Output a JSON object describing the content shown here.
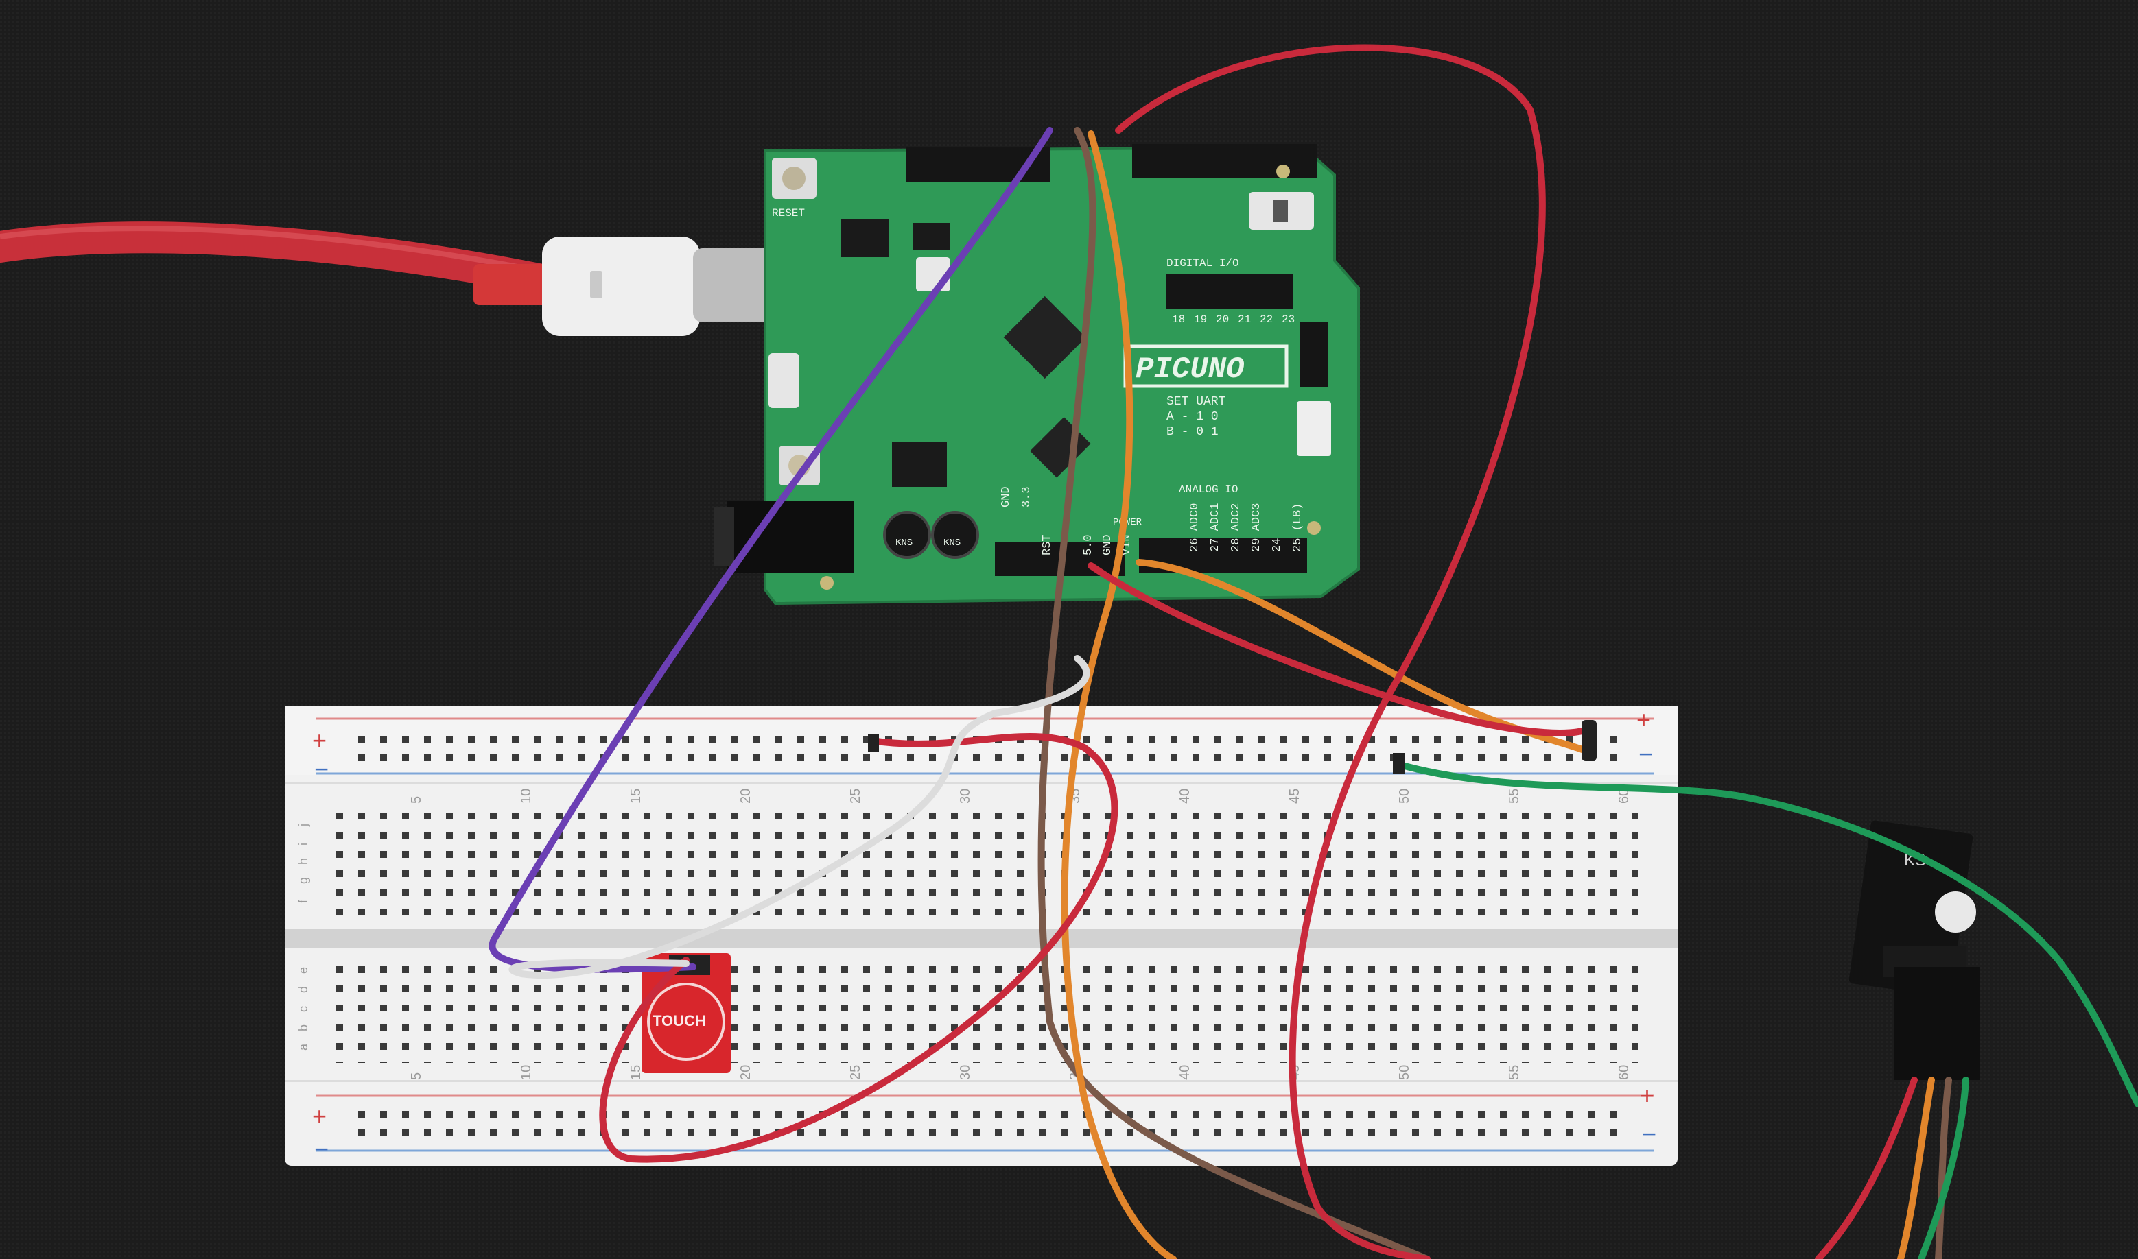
{
  "board": {
    "brand": "PICUNO",
    "reset_label": "RESET",
    "digital_io_label": "DIGITAL I/O",
    "digital_pins": [
      "18",
      "19",
      "20",
      "21",
      "22",
      "23"
    ],
    "set_uart_label": "SET UART",
    "set_uart_a": "A - 1 0",
    "set_uart_b": "B - 0 1",
    "analog_io_label": "ANALOG IO",
    "analog_pins": [
      "26 ADC0",
      "27 ADC1",
      "28 ADC2",
      "29 ADC3",
      "24",
      "25 (LB)"
    ],
    "power_pins": [
      "5.0",
      "GND",
      "VIN"
    ],
    "power_label": "POWER",
    "left_pins": [
      "GND",
      "3.3",
      "RST"
    ],
    "cap_label": "KNS"
  },
  "breadboard": {
    "plus_sign": "+",
    "minus_sign": "−",
    "column_numbers": [
      "5",
      "10",
      "15",
      "20",
      "25",
      "30",
      "35",
      "40",
      "45",
      "50",
      "55",
      "60"
    ],
    "top_rows": [
      "j",
      "i",
      "h",
      "g",
      "f"
    ],
    "bottom_rows": [
      "e",
      "d",
      "c",
      "b",
      "a"
    ]
  },
  "touch_module": {
    "label": "TOUCH"
  },
  "sensor_module": {
    "label": "KS"
  },
  "colors": {
    "background": "#1c1c1c",
    "pcb": "#2f9a57",
    "usb_cable": "#d4333a",
    "wire_purple": "#6b3fb4",
    "wire_brown": "#7b5a4a",
    "wire_orange": "#e2862c",
    "wire_red": "#c92a3c",
    "wire_white": "#dcdcdc",
    "wire_green": "#1e9a58",
    "touch_pad": "#d8262c"
  }
}
